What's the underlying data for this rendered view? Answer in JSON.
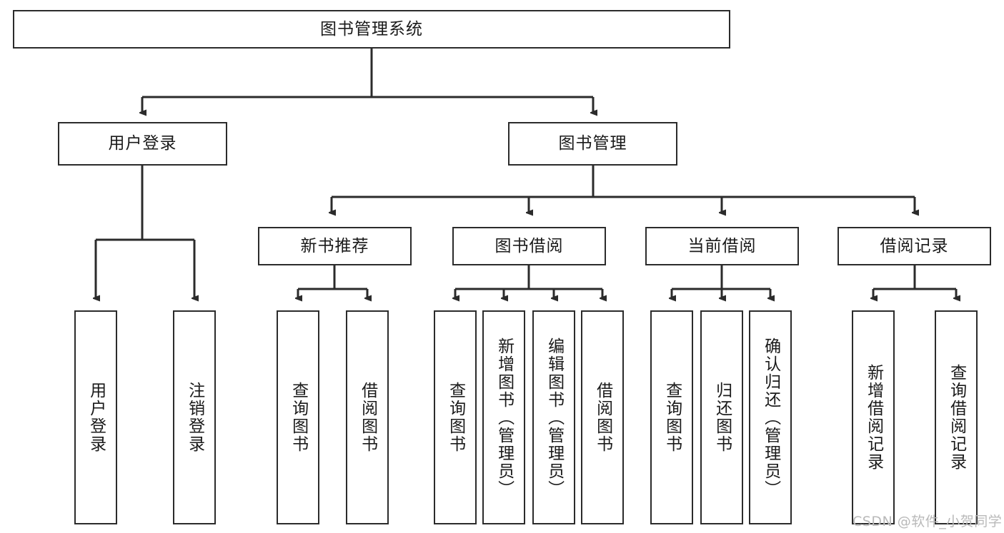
{
  "diagram": {
    "title": "图书管理系统",
    "type": "tree-hierarchy-chart",
    "watermark": "CSDN @软件_小贺同学",
    "colors": {
      "box_border": "#2b2b2b",
      "box_fill": "#ffffff",
      "connector": "#2b2b2b",
      "text": "#1a1a1a",
      "watermark": "#b9b9b9"
    },
    "root": {
      "label": "图书管理系统"
    },
    "level1": [
      {
        "label": "用户登录"
      },
      {
        "label": "图书管理"
      }
    ],
    "level2": [
      {
        "label": "新书推荐"
      },
      {
        "label": "图书借阅"
      },
      {
        "label": "当前借阅"
      },
      {
        "label": "借阅记录"
      }
    ],
    "leaves": {
      "user_login": [
        {
          "label": "用户登录"
        },
        {
          "label": "注销登录"
        }
      ],
      "new_book_recommend": [
        {
          "label": "查询图书"
        },
        {
          "label": "借阅图书"
        }
      ],
      "book_borrow": [
        {
          "label": "查询图书"
        },
        {
          "label": "新增图书（管理员）"
        },
        {
          "label": "编辑图书（管理员）"
        },
        {
          "label": "借阅图书"
        }
      ],
      "current_borrow": [
        {
          "label": "查询图书"
        },
        {
          "label": "归还图书"
        },
        {
          "label": "确认归还（管理员）"
        }
      ],
      "borrow_record": [
        {
          "label": "新增借阅记录"
        },
        {
          "label": "查询借阅记录"
        }
      ]
    }
  }
}
